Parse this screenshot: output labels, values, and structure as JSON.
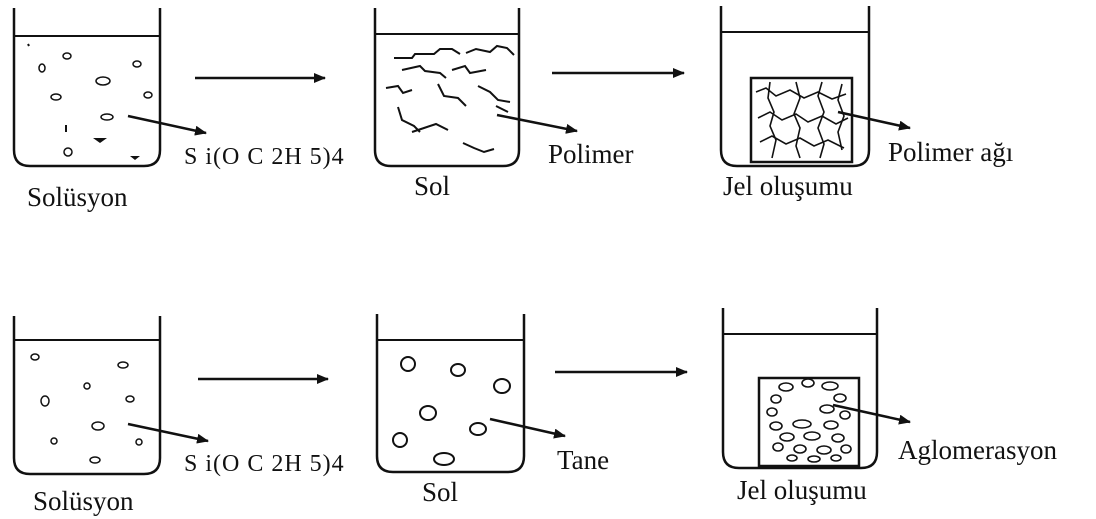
{
  "rows": [
    {
      "beakers": [
        {
          "label": "Solüsyon",
          "callout": "S i(O C 2H 5)4"
        },
        {
          "label": "Sol",
          "callout": "Polimer"
        },
        {
          "label": "Jel oluşumu",
          "callout": "Polimer ağı"
        }
      ]
    },
    {
      "beakers": [
        {
          "label": "Solüsyon",
          "callout": "S i(O C 2H 5)4"
        },
        {
          "label": "Sol",
          "callout": "Tane"
        },
        {
          "label": "Jel oluşumu",
          "callout": "Aglomerasyon"
        }
      ]
    }
  ]
}
